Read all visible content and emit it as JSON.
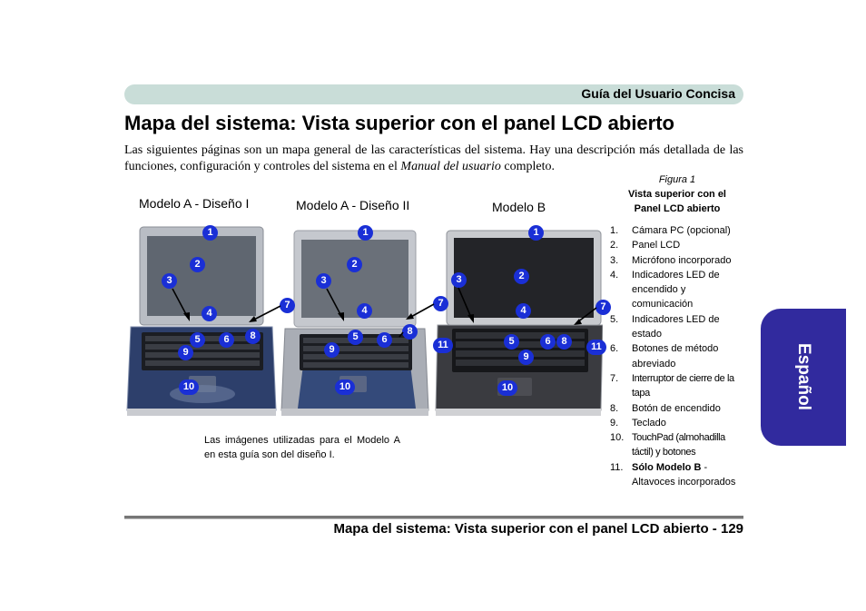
{
  "header": {
    "running_title": "Guía del Usuario Concisa"
  },
  "page": {
    "title": "Mapa del sistema: Vista superior con el panel LCD abierto",
    "intro_before": "Las siguientes páginas son un mapa general de las características del sistema. Hay una descripción más detallada de las funciones, configuración y controles del sistema en el ",
    "intro_italic": "Manual del usuario",
    "intro_after": " completo."
  },
  "models": [
    {
      "label": "Modelo A - Diseño I"
    },
    {
      "label": "Modelo A - Diseño II"
    },
    {
      "label": "Modelo B"
    }
  ],
  "callouts": {
    "model_a1": [
      "1",
      "2",
      "3",
      "4",
      "5",
      "6",
      "7",
      "8",
      "9",
      "10"
    ],
    "model_a2": [
      "1",
      "2",
      "3",
      "4",
      "5",
      "6",
      "7",
      "8",
      "9",
      "10"
    ],
    "model_b": [
      "1",
      "2",
      "3",
      "4",
      "5",
      "6",
      "7",
      "8",
      "9",
      "10",
      "11",
      "11"
    ]
  },
  "image_note": "Las imágenes utilizadas para el Modelo A en esta guía son del diseño I.",
  "figure": {
    "label": "Figura  1",
    "title_line1": "Vista superior con el",
    "title_line2": "Panel LCD abierto",
    "items": [
      {
        "num": "1.",
        "text": "Cámara PC (opcional)"
      },
      {
        "num": "2.",
        "text": "Panel LCD"
      },
      {
        "num": "3.",
        "text": "Micrófono incorporado"
      },
      {
        "num": "4.",
        "text": "Indicadores LED de encendido y comunicación"
      },
      {
        "num": "5.",
        "text": "Indicadores LED de estado"
      },
      {
        "num": "6.",
        "text": "Botones de método abreviado"
      },
      {
        "num": "7.",
        "text": "Interruptor de cierre de la tapa"
      },
      {
        "num": "8.",
        "text": "Botón de encendido"
      },
      {
        "num": "9.",
        "text": "Teclado"
      },
      {
        "num": "10.",
        "text": "TouchPad (almohadilla táctil) y botones"
      },
      {
        "num": "11.",
        "bold": "Sólo Modelo B",
        "text": " - Altavoces incorporados"
      }
    ]
  },
  "side_tab": {
    "label": "Español"
  },
  "footer": {
    "text": "Mapa del sistema: Vista superior con el panel LCD abierto - 129"
  },
  "colors": {
    "header_bar": "#c9ddd8",
    "callout": "#1a2fd6",
    "side_tab": "#312a9e"
  }
}
